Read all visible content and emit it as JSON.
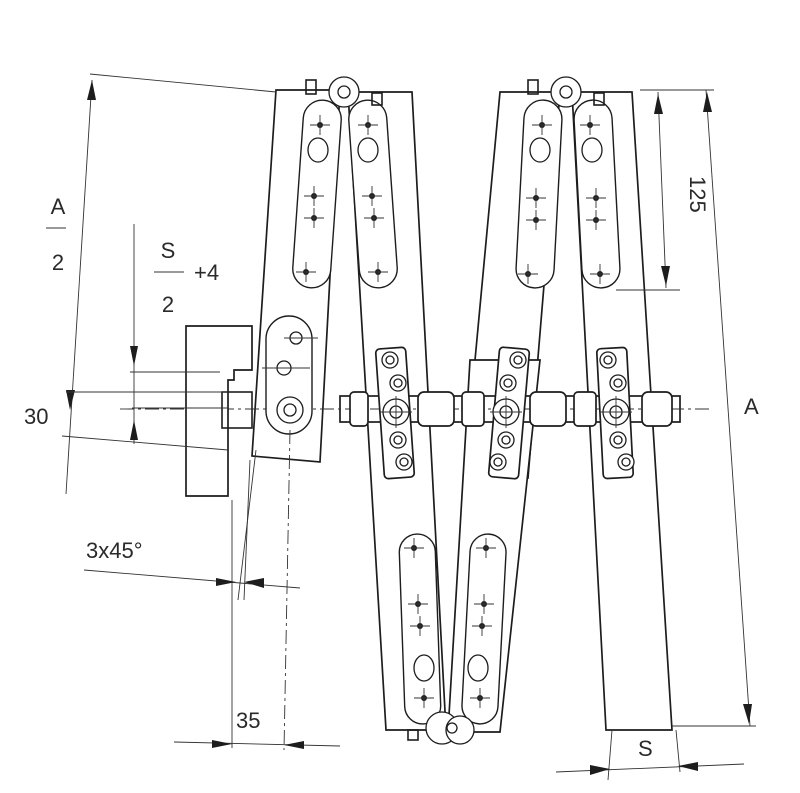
{
  "diagram": {
    "labels": {
      "a_over_2_num": "A",
      "a_over_2_den": "2",
      "s_over_2_num": "S",
      "s_over_2_den": "2",
      "s_over_2_plus": "+4",
      "dim_30": "30",
      "chamfer": "3x45°",
      "dim_35": "35",
      "dim_125": "125",
      "dim_a": "A",
      "dim_s": "S"
    }
  }
}
